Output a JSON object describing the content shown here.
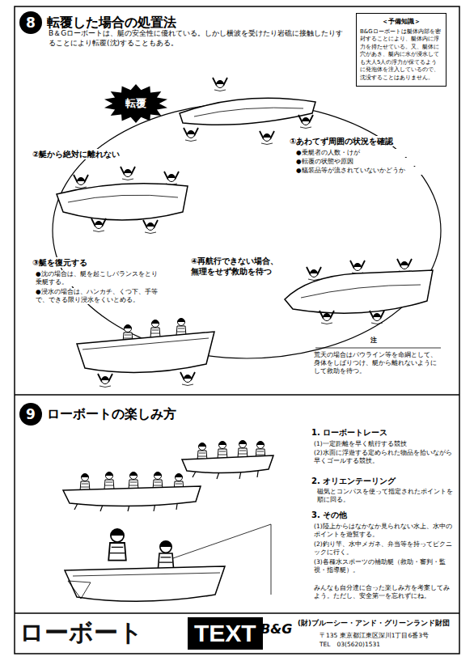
{
  "diagram": {
    "nodes": [
      {
        "text": [
          "8",
          "転覆した場合の処置法"
        ]
      },
      {
        "text": [
          "＜予備知識＞",
          "B&Gローボートは艇体内部を密封することにより、艇体内に浮力を持たせている。又、艇体に穴があき、艇内に水が浸水しても大人5人の浮力が保てるように発泡体を注入しているので、沈没することはありません。"
        ]
      },
      {
        "text": [
          "転覆"
        ]
      },
      {
        "text": [
          "9",
          "ローボートの楽しみ方"
        ]
      },
      {
        "text": [
          "TEXT"
        ]
      }
    ],
    "labels": [
      "B＆Gローボートは、艇の安全性に優れている。しかし横波を受けたり岩礁に接触したりすることにより転覆(沈)することもある。",
      "①あわてず周囲の状況を確認",
      "●乗艇者の人数・けが",
      "●転覆の状態や原因",
      "●艤装品等が流されていないかどうか",
      "②艇から絶対に離れない",
      "③艇を復元する",
      "●沈の場合は、艇を起こしバランスをとり乗艇する。",
      "●浸水の場合は、ハンカチ、くつ下、手等で、できる限り浸水をくいとめる。",
      "④再航行できない場合、無理をせず救助を待つ",
      "注",
      "荒天の場合はパウライン等を命綱として、身体をしばりつけ、艇から離れないようにして救助を待つ。",
      "1. ローボートレース",
      "(1)一定距離を早く航行する競技",
      "(2)水面に浮遊する定められた物品を拾いながら早くゴールする競技。",
      "2. オリエンテーリング",
      "磁気とコンパスを使って指定されたポイントを順に回る。",
      "3. その他",
      "(1)陸上からはなかなか見られない水上、水中のポイントを遊覧する。",
      "(2)釣り竿、水中メガネ、弁当等を持ってピクニックに行く。",
      "(3)各種水スポーツの補助艇（救助・審判・監視・指導艇）。",
      "みんなも自分達に合った楽しみ方を考案してみよう。ただし、安全第一を忘れずにね。",
      "ローボート",
      "B&G",
      "(財)ブルーシー・アンド・グリーンランド財団",
      "〒135 東京都江東区深川1丁目6番3号",
      "TEL　03(5620)1531"
    ]
  }
}
